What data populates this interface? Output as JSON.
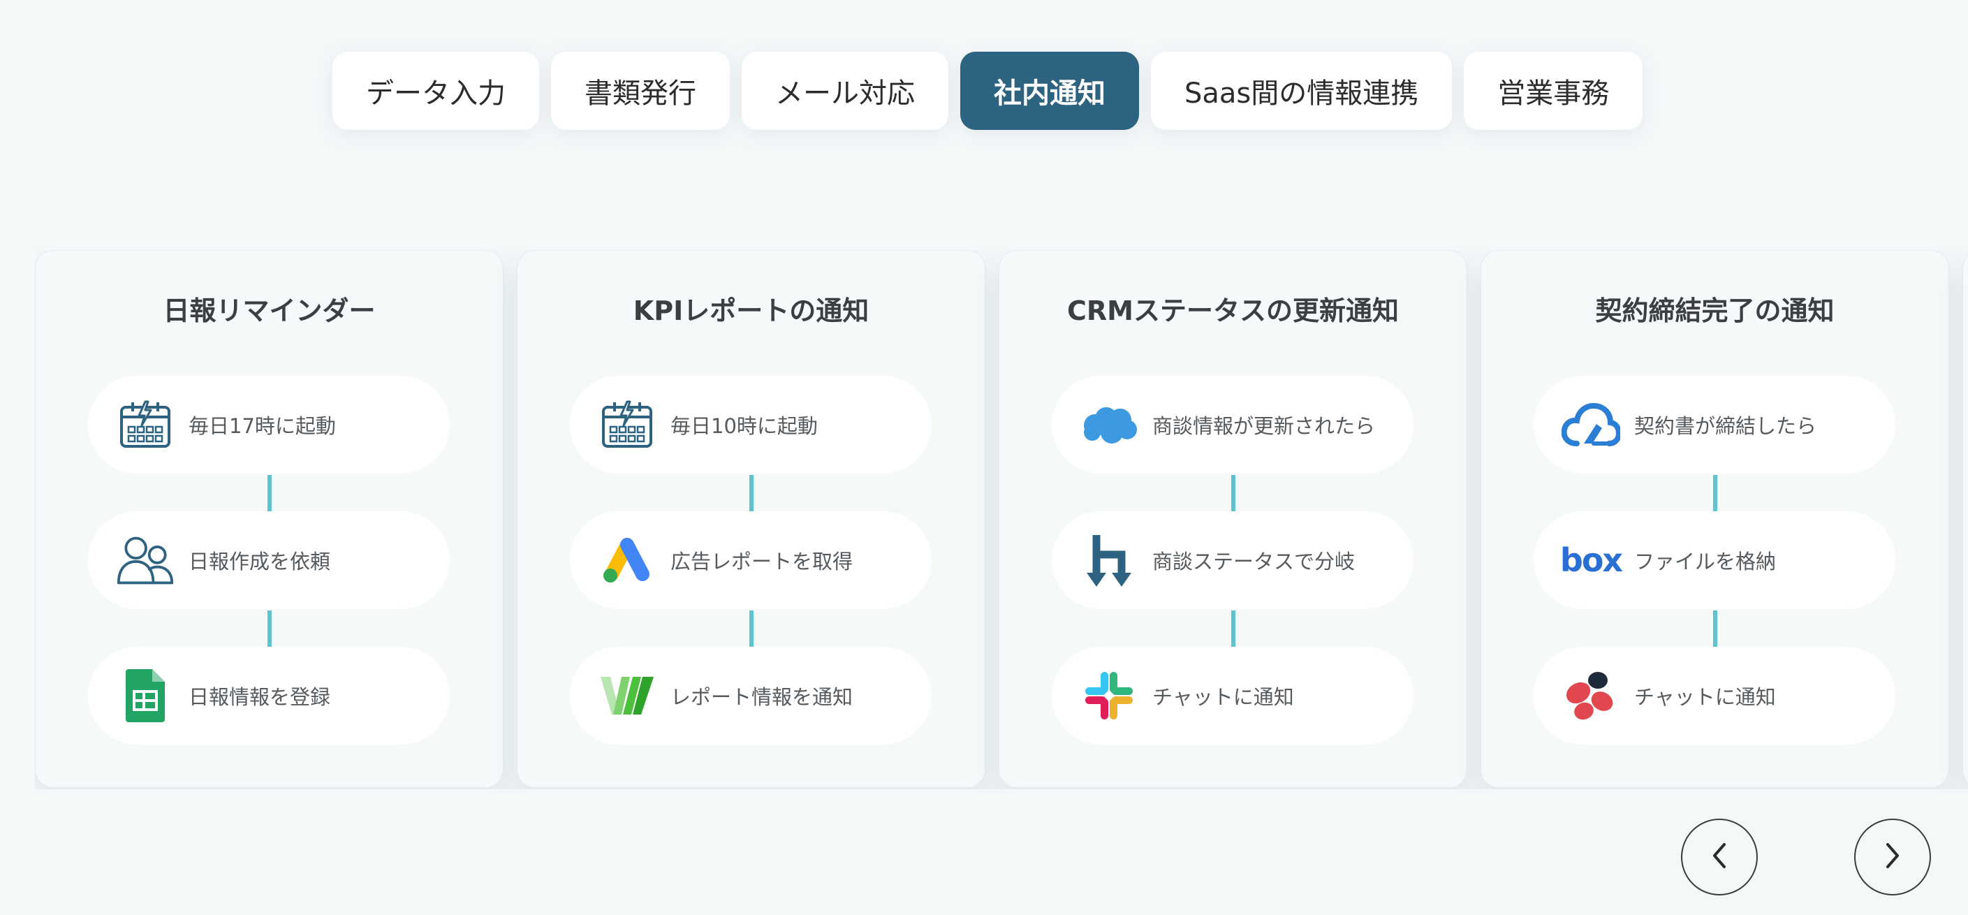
{
  "tabs": [
    {
      "label": "データ入力",
      "active": false
    },
    {
      "label": "書類発行",
      "active": false
    },
    {
      "label": "メール対応",
      "active": false
    },
    {
      "label": "社内通知",
      "active": true
    },
    {
      "label": "Saas間の情報連携",
      "active": false
    },
    {
      "label": "営業事務",
      "active": false
    }
  ],
  "cards": [
    {
      "title": "日報リマインダー",
      "steps": [
        {
          "icon": "schedule-trigger-icon",
          "label": "毎日17時に起動"
        },
        {
          "icon": "users-icon",
          "label": "日報作成を依頼"
        },
        {
          "icon": "google-sheets-icon",
          "label": "日報情報を登録"
        }
      ]
    },
    {
      "title": "KPIレポートの通知",
      "steps": [
        {
          "icon": "schedule-trigger-icon",
          "label": "毎日10時に起動"
        },
        {
          "icon": "google-ads-icon",
          "label": "広告レポートを取得"
        },
        {
          "icon": "line-works-icon",
          "label": "レポート情報を通知"
        }
      ]
    },
    {
      "title": "CRMステータスの更新通知",
      "steps": [
        {
          "icon": "salesforce-cloud-icon",
          "label": "商談情報が更新されたら"
        },
        {
          "icon": "branch-icon",
          "label": "商談ステータスで分岐"
        },
        {
          "icon": "slack-icon",
          "label": "チャットに通知"
        }
      ]
    },
    {
      "title": "契約締結完了の通知",
      "steps": [
        {
          "icon": "cloudsign-icon",
          "label": "契約書が締結したら"
        },
        {
          "icon": "box-icon",
          "label": "ファイルを格納",
          "logo_text": "box"
        },
        {
          "icon": "chatwork-icon",
          "label": "チャットに通知"
        }
      ]
    }
  ],
  "colors": {
    "accent": "#2d6381",
    "connector": "#5fc2cf",
    "background": "#f4f8f9"
  },
  "nav": {
    "prev": "chevron-left-icon",
    "next": "chevron-right-icon"
  }
}
